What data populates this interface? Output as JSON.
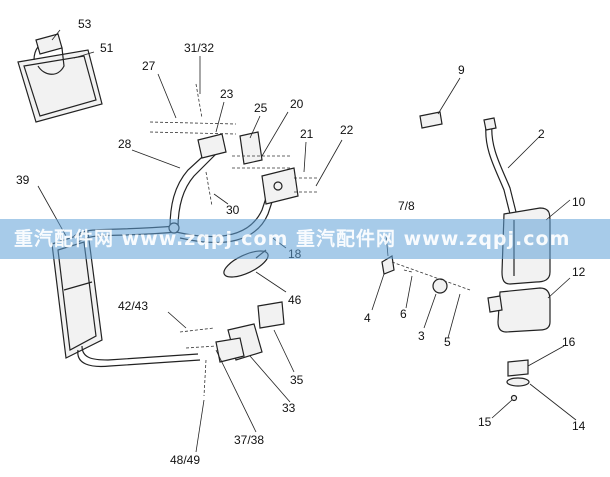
{
  "callouts": {
    "c53": "53",
    "c51": "51",
    "c31_32": "31/32",
    "c27": "27",
    "c23": "23",
    "c25": "25",
    "c20": "20",
    "c21": "21",
    "c22": "22",
    "c28": "28",
    "c39": "39",
    "c30": "30",
    "c18": "18",
    "c46": "46",
    "c42_43": "42/43",
    "c35": "35",
    "c33": "33",
    "c37_38": "37/38",
    "c48_49": "48/49",
    "c9": "9",
    "c2": "2",
    "c7_8": "7/8",
    "c10": "10",
    "c12": "12",
    "c4": "4",
    "c6": "6",
    "c3": "3",
    "c5": "5",
    "c16": "16",
    "c15": "15",
    "c14": "14"
  },
  "watermark": {
    "text": "重汽配件网 www.zqpj.com 重汽配件网 www.zqpj.com"
  },
  "colors": {
    "watermark_band": "#5fa0d7",
    "line": "#222222"
  }
}
